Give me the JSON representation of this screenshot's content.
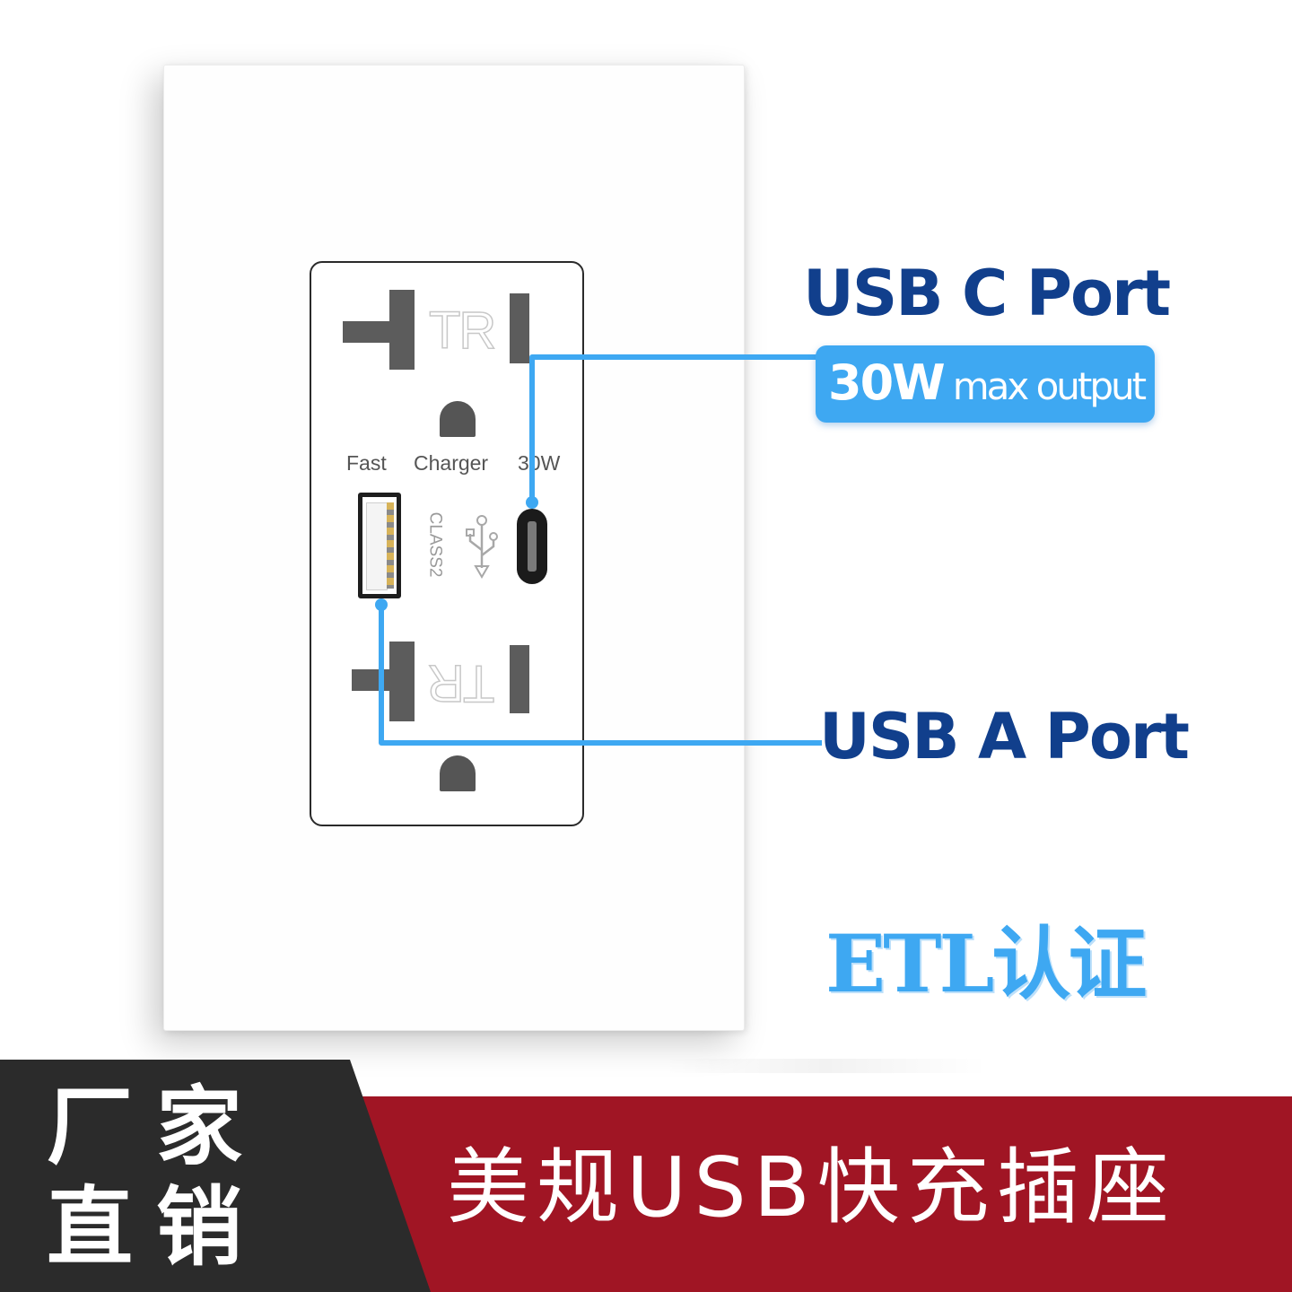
{
  "outlet": {
    "top_tr": "TR",
    "bottom_tr": "TR",
    "fast_label": "Fast",
    "charger_label": "Charger",
    "power_label": "30W",
    "class_label": "CLASS2"
  },
  "callouts": {
    "usb_c_heading": "USB C Port",
    "usb_c_power": "30W",
    "usb_c_desc": "max output",
    "usb_a_heading": "USB A Port"
  },
  "certification": "ETL认证",
  "banner": {
    "left_line1": "厂家",
    "left_line2": "直销",
    "right_text": "美规USB快充插座"
  },
  "colors": {
    "heading_blue": "#113f8c",
    "accent_blue": "#3ea8f2",
    "banner_red": "#a01524",
    "banner_dark": "#2b2b2b"
  }
}
